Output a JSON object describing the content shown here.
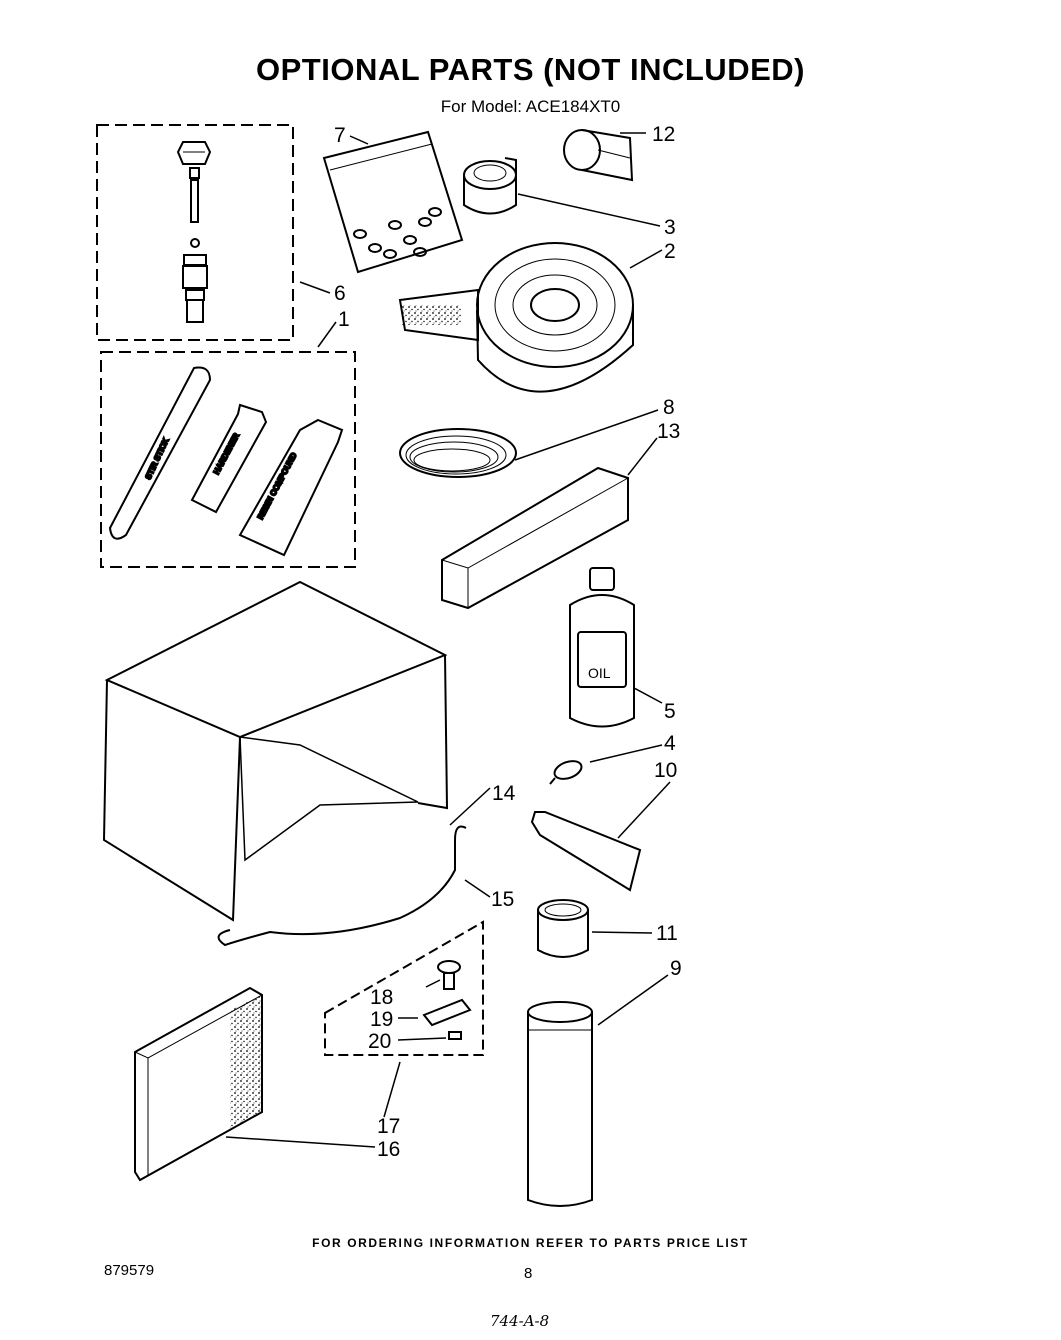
{
  "header": {
    "title": "OPTIONAL PARTS (NOT INCLUDED)",
    "model": "For Model: ACE184XT0"
  },
  "callouts": [
    "1",
    "2",
    "3",
    "4",
    "5",
    "6",
    "7",
    "8",
    "9",
    "10",
    "11",
    "12",
    "13",
    "14",
    "15",
    "16",
    "17",
    "18",
    "19",
    "20"
  ],
  "item_labels": {
    "stir_stick": "STIR STICK",
    "hardener": "HARDENER",
    "resin_compound": "RESIN COMPOUND",
    "oil": "OIL"
  },
  "footer": {
    "ordering_info": "FOR ORDERING INFORMATION REFER TO PARTS PRICE LIST",
    "part_number": "879579",
    "page_number": "8",
    "handwritten_note": "744-A-8"
  }
}
